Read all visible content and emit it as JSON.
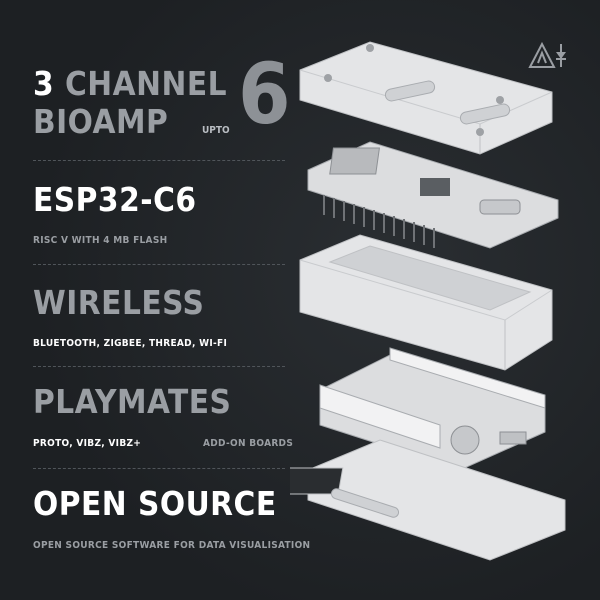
{
  "headline": {
    "number": "3",
    "word1": "CHANNEL",
    "word2": "BIOAMP",
    "upto_label": "UPTO",
    "upto_number": "6"
  },
  "sections": {
    "chip": {
      "title": "ESP32-C6",
      "subtitle": "RISC V WITH 4 MB FLASH"
    },
    "wireless": {
      "title": "WIRELESS",
      "subtitle": "BLUETOOTH, ZIGBEE, THREAD, WI-FI"
    },
    "playmates": {
      "title": "PLAYMATES",
      "subtitle": "PROTO, VIBZ, VIBZ+",
      "note": "ADD-ON BOARDS"
    },
    "open_source": {
      "title": "OPEN SOURCE",
      "subtitle": "OPEN SOURCE SOFTWARE FOR DATA VISUALISATION"
    }
  },
  "colors": {
    "background": "#1f2225",
    "primary_text": "#ffffff",
    "muted_text": "#9a9ea3",
    "enclosure": "#e4e5e7"
  },
  "icons": {
    "logo": "brand-triangle-logo"
  }
}
